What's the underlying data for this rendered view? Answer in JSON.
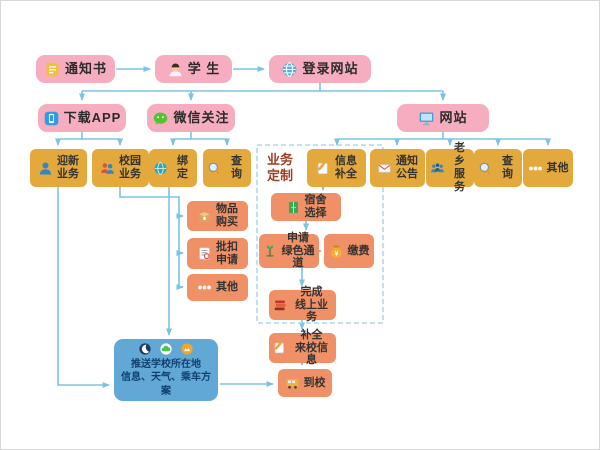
{
  "diagram": {
    "row1": {
      "notification": "通知书",
      "student": "学 生",
      "login": "登录网站"
    },
    "row2": {
      "download_app": "下载APP",
      "wechat": "微信关注",
      "website": "网站"
    },
    "row3": {
      "orientation": "迎新\n业务",
      "campus": "校园\n业务",
      "bind": "绑定",
      "query1": "查询",
      "biz_custom": "业务\n定制",
      "info_complete": "信息\n补全",
      "notice": "通知\n公告",
      "fellow": "老乡\n服务",
      "query2": "查询",
      "other1": "其他"
    },
    "campus_services": {
      "purchase": "物品\n购买",
      "deduct": "批扣\n申请",
      "other": "其他"
    },
    "custom_flow": {
      "dorm": "宿舍\n选择",
      "green": "申请\n绿色通道",
      "pay": "缴费",
      "finish": "完成\n线上业务"
    },
    "after": {
      "complete_info": "补全\n来校信息",
      "arrive": "到校"
    },
    "push_box": {
      "text": "推送学校所在地\n信息、天气、乘车方案"
    },
    "colors": {
      "pink": "#f7adc0",
      "yellow": "#e3a93c",
      "orange": "#ef9066",
      "blue": "#61a8d6",
      "arrow": "#7cc3e5",
      "custom_label": "#a03d22"
    }
  }
}
